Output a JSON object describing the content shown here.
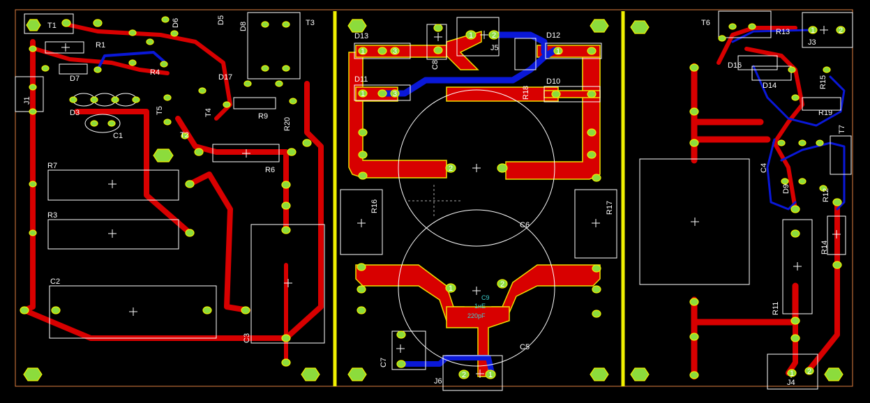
{
  "colors": {
    "background": "#000000",
    "board_outline": "#e08040",
    "copper_top": "#d80000",
    "copper_bottom": "#0a18d8",
    "trace_edge": "#f0e000",
    "pad": "#8cdc3c",
    "silkscreen": "#ffffff",
    "divider": "#f0f000",
    "annotation": "#3ed0d0"
  },
  "components": {
    "t1": "T1",
    "r1": "R1",
    "d7": "D7",
    "d6": "D6",
    "d5": "D5",
    "d3": "D3",
    "d8": "D8",
    "j1": "J1",
    "c1": "C1",
    "r4": "R4",
    "t5": "T5",
    "t2": "T2",
    "t4": "T4",
    "d17": "D17",
    "r9": "R9",
    "t3": "T3",
    "r20": "R20",
    "r7": "R7",
    "r6": "R6",
    "r3": "R3",
    "c2": "C2",
    "c3": "C3",
    "d13": "D13",
    "d12": "D12",
    "j5": "J5",
    "c8": "C8",
    "d11": "D11",
    "d10": "D10",
    "r18": "R18",
    "r16": "R16",
    "c6": "C6",
    "r17": "R17",
    "c5": "C5",
    "c7": "C7",
    "j6": "J6",
    "c9": "C9",
    "t6": "T6",
    "r13": "R13",
    "j3": "J3",
    "d16": "D16",
    "d14": "D14",
    "r15": "R15",
    "r19": "R19",
    "t7": "T7",
    "c4": "C4",
    "d9": "D9",
    "r12": "R12",
    "r14": "R14",
    "r11": "R11",
    "j4": "J4"
  },
  "annotation": {
    "line1": "C9",
    "line2": "1нЕ",
    "line3": "220pF"
  },
  "pin_marks": {
    "one": "1",
    "two": "2",
    "three": "3"
  }
}
